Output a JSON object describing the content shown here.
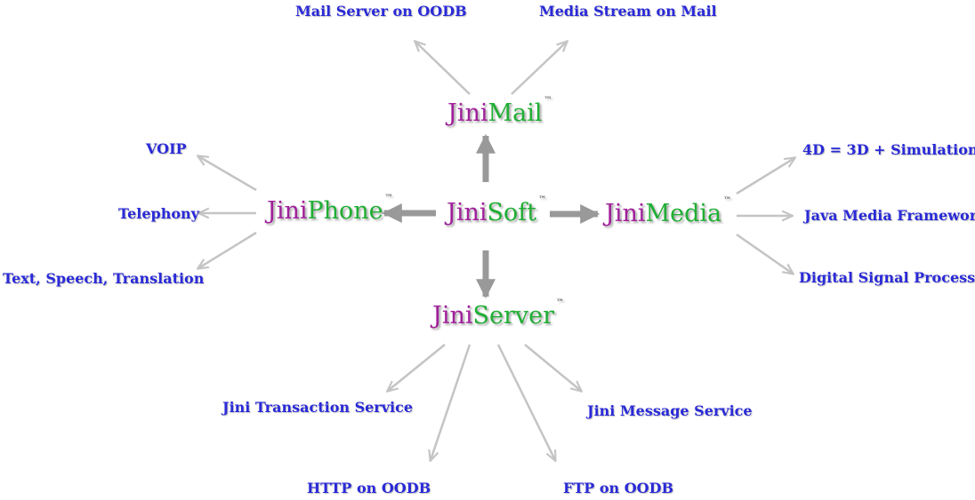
{
  "colors": {
    "prefix": "#a01f9a",
    "suffix": "#1fae33",
    "leaf": "#2a2ad8",
    "arrow_thin": "#c4c4c4",
    "arrow_thick": "#999999"
  },
  "hubs": {
    "center": {
      "prefix": "Jini",
      "suffix": "Soft",
      "mark": "™"
    },
    "mail": {
      "prefix": "Jini",
      "suffix": "Mail",
      "mark": "™"
    },
    "phone": {
      "prefix": "Jini",
      "suffix": "Phone",
      "mark": "™"
    },
    "media": {
      "prefix": "Jini",
      "suffix": "Media",
      "mark": "™"
    },
    "server": {
      "prefix": "Jini",
      "suffix": "Server",
      "mark": "™"
    }
  },
  "leaves": {
    "mail_server_oodb": "Mail Server on OODB",
    "media_stream_mail": "Media Stream on Mail",
    "voip": "VOIP",
    "telephony": "Telephony",
    "text_speech": "Text, Speech, Translation",
    "sim_4d": "4D = 3D + Simulation",
    "jmf": "Java Media Framework",
    "dsp": "Digital Signal Processing",
    "jini_tx": "Jini Transaction Service",
    "jini_msg": "Jini Message Service",
    "http_oodb": "HTTP on OODB",
    "ftp_oodb": "FTP on OODB"
  }
}
